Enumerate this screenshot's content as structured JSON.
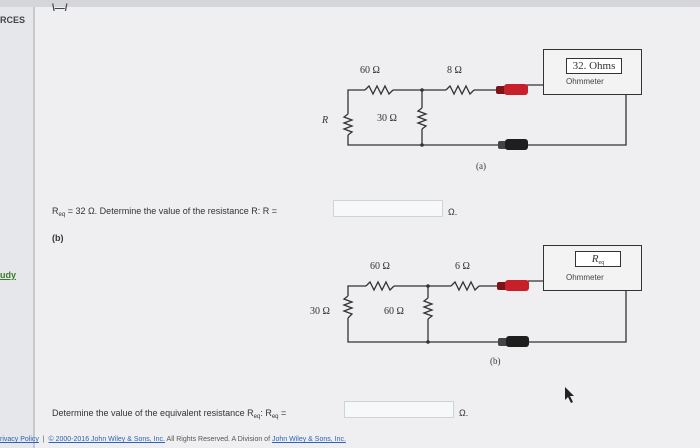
{
  "sidebar": {
    "title_fragment": "RCES",
    "study_link": "udy"
  },
  "top_glyph": "\\—/",
  "circuit_a": {
    "r_60": "60 Ω",
    "r_8": "8 Ω",
    "r_30": "30 Ω",
    "r_unknown": "R",
    "meter_reading": "32. Ohms",
    "meter_label": "Ohmmeter",
    "caption": "(a)"
  },
  "question_a": {
    "given_prefix": "R",
    "given_sub": "eq",
    "given_suffix": " = 32 Ω. Determine the value of the resistance R: R =",
    "answer_value": "",
    "unit": "Ω."
  },
  "part_b_label": "(b)",
  "circuit_b": {
    "r_60_top": "60 Ω",
    "r_6": "6 Ω",
    "r_30_left": "30 Ω",
    "r_60_mid": "60 Ω",
    "meter_reading_main": "R",
    "meter_reading_sub": "eq",
    "meter_label": "Ohmmeter",
    "caption": "(b)"
  },
  "question_b": {
    "prefix": "Determine the value of the equivalent resistance R",
    "sub1": "eq",
    "middle": ": R",
    "sub2": "eq",
    "suffix": " =",
    "answer_value": "",
    "unit": "Ω."
  },
  "footer": {
    "privacy": "rivacy Policy",
    "sep": "|",
    "copyright": "© 2000-2016 John Wiley & Sons, Inc.",
    "rights": "All Rights Reserved. A Division of",
    "company": "John Wiley & Sons, Inc."
  },
  "colors": {
    "probe_red": "#c8202a",
    "probe_black": "#1e1e1e",
    "link": "#2b63b8"
  }
}
